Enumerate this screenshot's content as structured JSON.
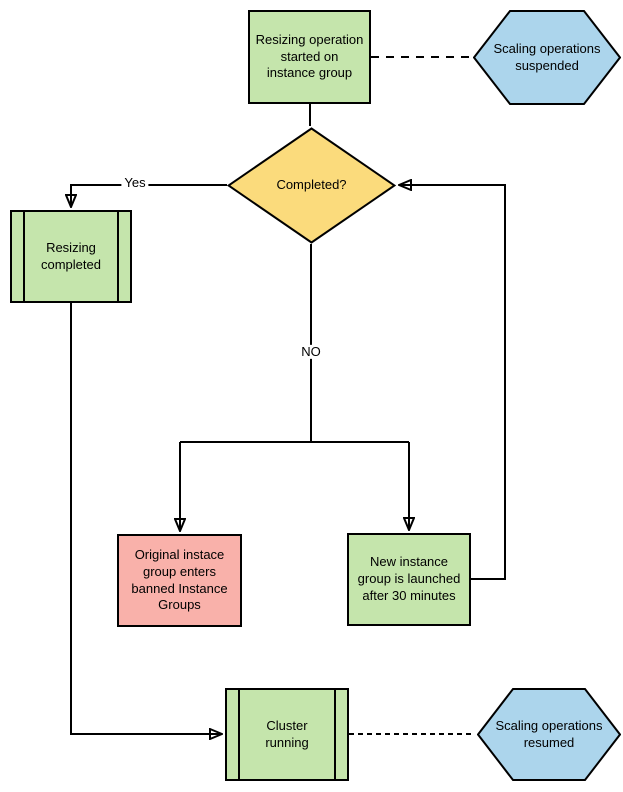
{
  "diagram": {
    "colors": {
      "background": "#ffffff",
      "stroke": "#000000",
      "process_green": "#c5e5ac",
      "hexagon_blue": "#acd5ec",
      "decision_yellow": "#fbdb7c",
      "alert_pink": "#f9b1aa"
    },
    "nodes": {
      "start": {
        "shape": "process",
        "color": "green",
        "label": "Resizing operation\nstarted on\ninstance group"
      },
      "suspended": {
        "shape": "hexagon",
        "color": "blue",
        "label": "Scaling operations\nsuspended"
      },
      "completed": {
        "shape": "decision",
        "color": "yellow",
        "label": "Completed?"
      },
      "resizing_completed": {
        "shape": "predefined-process",
        "color": "green",
        "label": "Resizing\ncompleted"
      },
      "banned_group": {
        "shape": "process",
        "color": "pink",
        "label": "Original instace\ngroup enters\nbanned Instance\nGroups"
      },
      "new_group": {
        "shape": "process",
        "color": "green",
        "label": "New instance\ngroup is launched\nafter 30 minutes"
      },
      "cluster_running": {
        "shape": "predefined-process",
        "color": "green",
        "label": "Cluster\nrunning"
      },
      "resumed": {
        "shape": "hexagon",
        "color": "blue",
        "label": "Scaling operations\nresumed"
      }
    },
    "edges": {
      "yes_label": "Yes",
      "no_label": "NO"
    }
  }
}
